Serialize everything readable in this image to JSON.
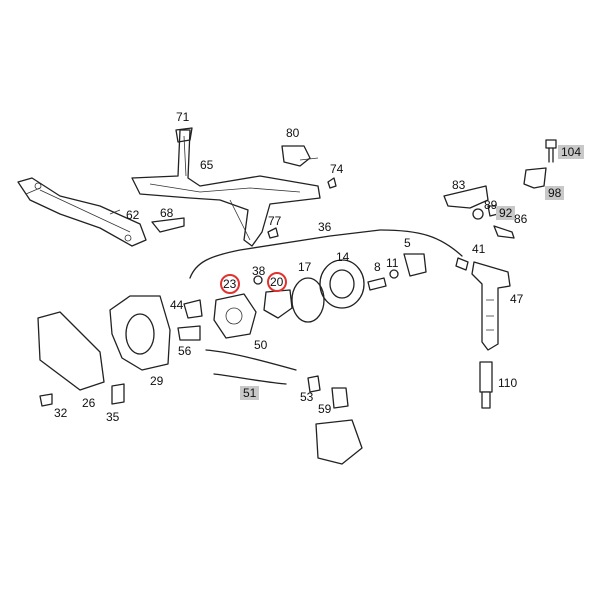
{
  "labels": {
    "l71": "71",
    "l80": "80",
    "l65": "65",
    "l74": "74",
    "l62": "62",
    "l68": "68",
    "l77": "77",
    "l36": "36",
    "l104": "104",
    "l98": "98",
    "l83": "83",
    "l89": "89",
    "l92": "92",
    "l86": "86",
    "l41": "41",
    "l5": "5",
    "l14": "14",
    "l8": "8",
    "l11": "11",
    "l38": "38",
    "l23": "23",
    "l20": "20",
    "l17": "17",
    "l44": "44",
    "l47": "47",
    "l56": "56",
    "l50": "50",
    "l29": "29",
    "l51": "51",
    "l110": "110",
    "l53": "53",
    "l59": "59",
    "l32": "32",
    "l26": "26",
    "l35": "35"
  },
  "highlight_color": "#e0322f",
  "tag_color": "#c8c8c8"
}
